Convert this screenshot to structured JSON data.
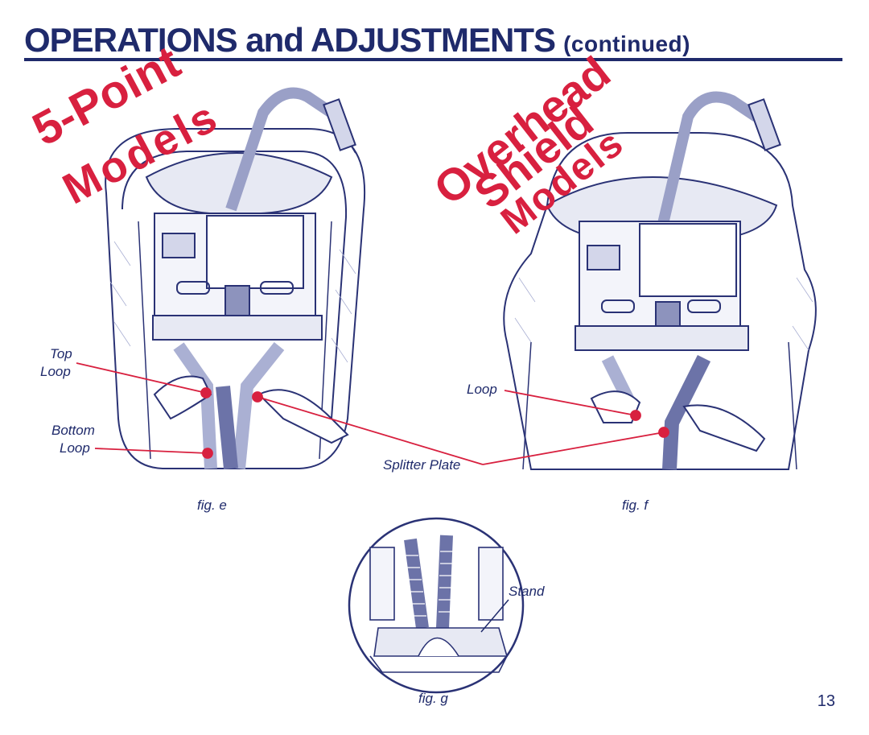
{
  "header": {
    "title": "OPERATIONS and ADJUSTMENTS",
    "subtitle": "(continued)"
  },
  "stamps": {
    "five_point_1": "5-Point",
    "five_point_2": "Models",
    "overhead_1": "Overhead",
    "overhead_2": "Shield",
    "overhead_3": "Models"
  },
  "figure_e": {
    "top_loop_1": "Top",
    "top_loop_2": "Loop",
    "bottom_loop_1": "Bottom",
    "bottom_loop_2": "Loop",
    "caption": "fig. e"
  },
  "figure_f": {
    "loop": "Loop",
    "splitter_plate": "Splitter Plate",
    "caption": "fig. f"
  },
  "figure_g": {
    "stand": "Stand",
    "caption": "fig. g"
  },
  "page_number": "13",
  "colors": {
    "ink": "#1f2a6b",
    "accent_red": "#d8203f"
  }
}
